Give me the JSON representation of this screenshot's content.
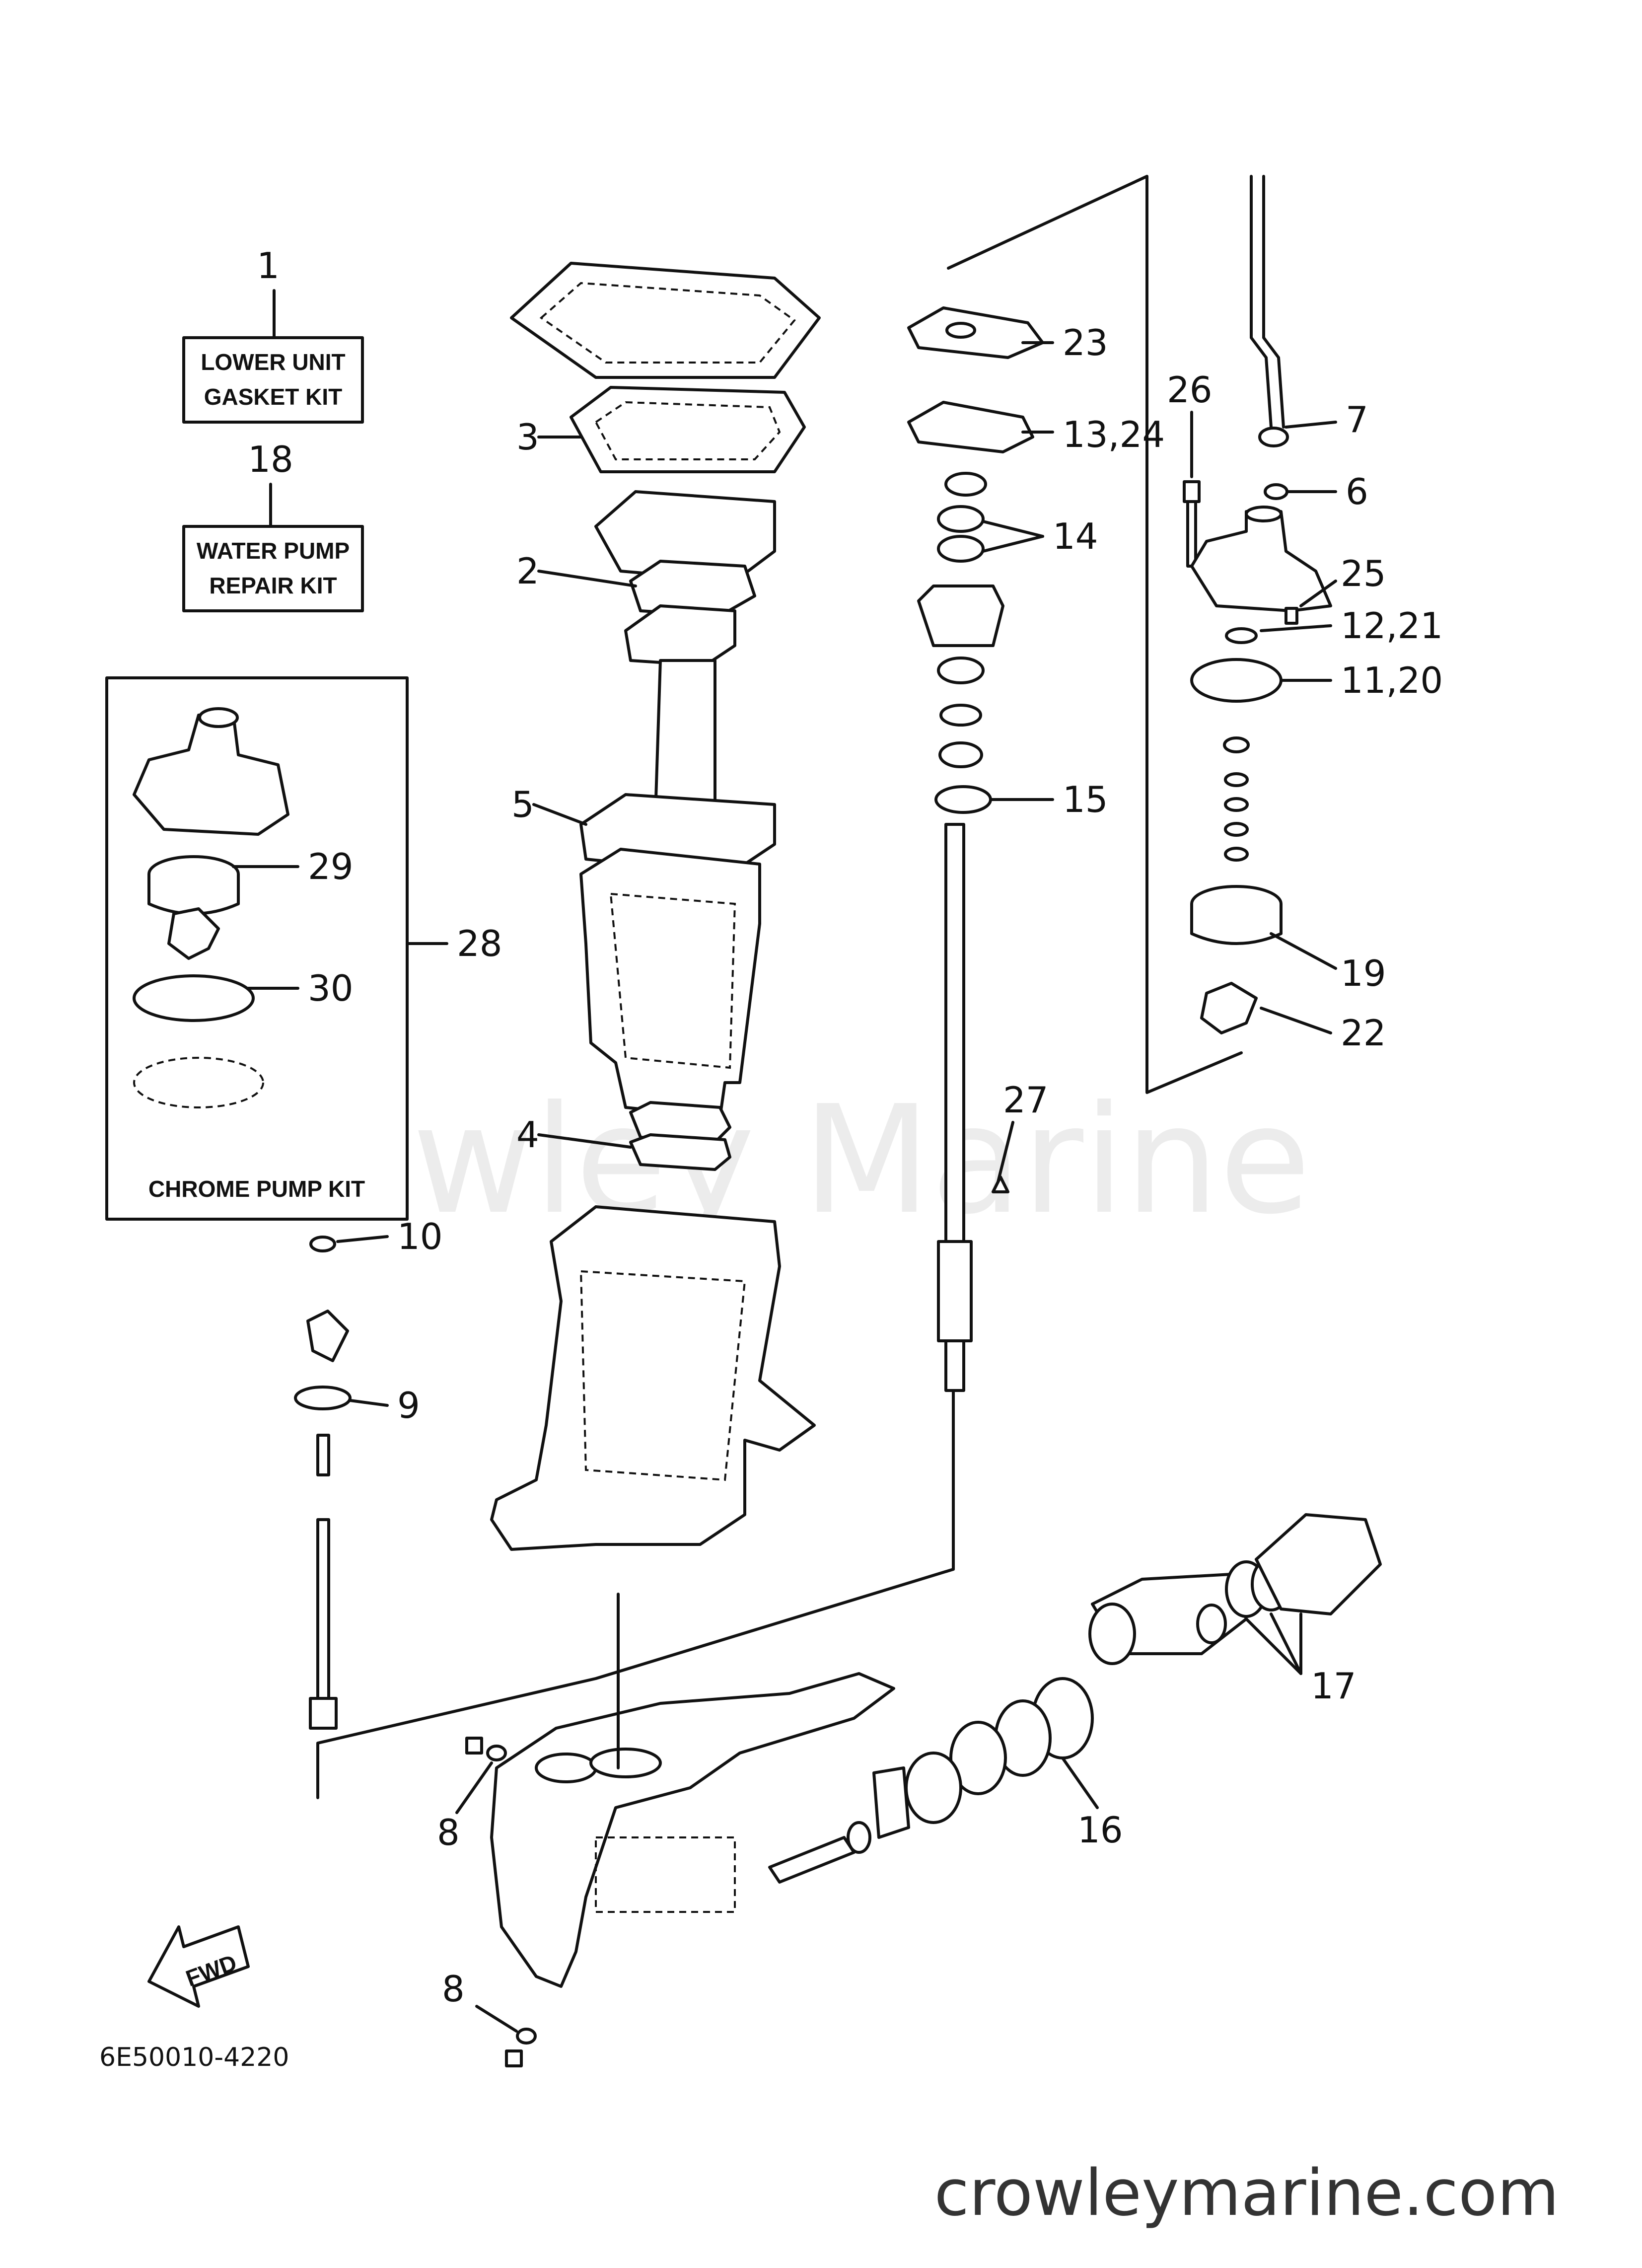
{
  "watermark": "Crowley Marine",
  "site_url": "crowleymarine.com",
  "diagram_code": "6E50010-4220",
  "fwd_label": "FWD",
  "kits": {
    "gasket_kit": {
      "number": "1",
      "line1": "LOWER UNIT",
      "line2": "GASKET KIT"
    },
    "water_pump_kit": {
      "number": "18",
      "line1": "WATER PUMP",
      "line2": "REPAIR KIT"
    },
    "chrome_pump_kit": {
      "number": "28",
      "label": "CHROME PUMP KIT"
    }
  },
  "callouts": {
    "c2": "2",
    "c3": "3",
    "c4": "4",
    "c5": "5",
    "c6": "6",
    "c7": "7",
    "c8a": "8",
    "c8b": "8",
    "c9": "9",
    "c10": "10",
    "c11": "11,20",
    "c12": "12,21",
    "c13": "13,24",
    "c14": "14",
    "c15": "15",
    "c16": "16",
    "c17": "17",
    "c19": "19",
    "c22": "22",
    "c23": "23",
    "c25": "25",
    "c26": "26",
    "c27": "27",
    "c29": "29",
    "c30": "30"
  }
}
